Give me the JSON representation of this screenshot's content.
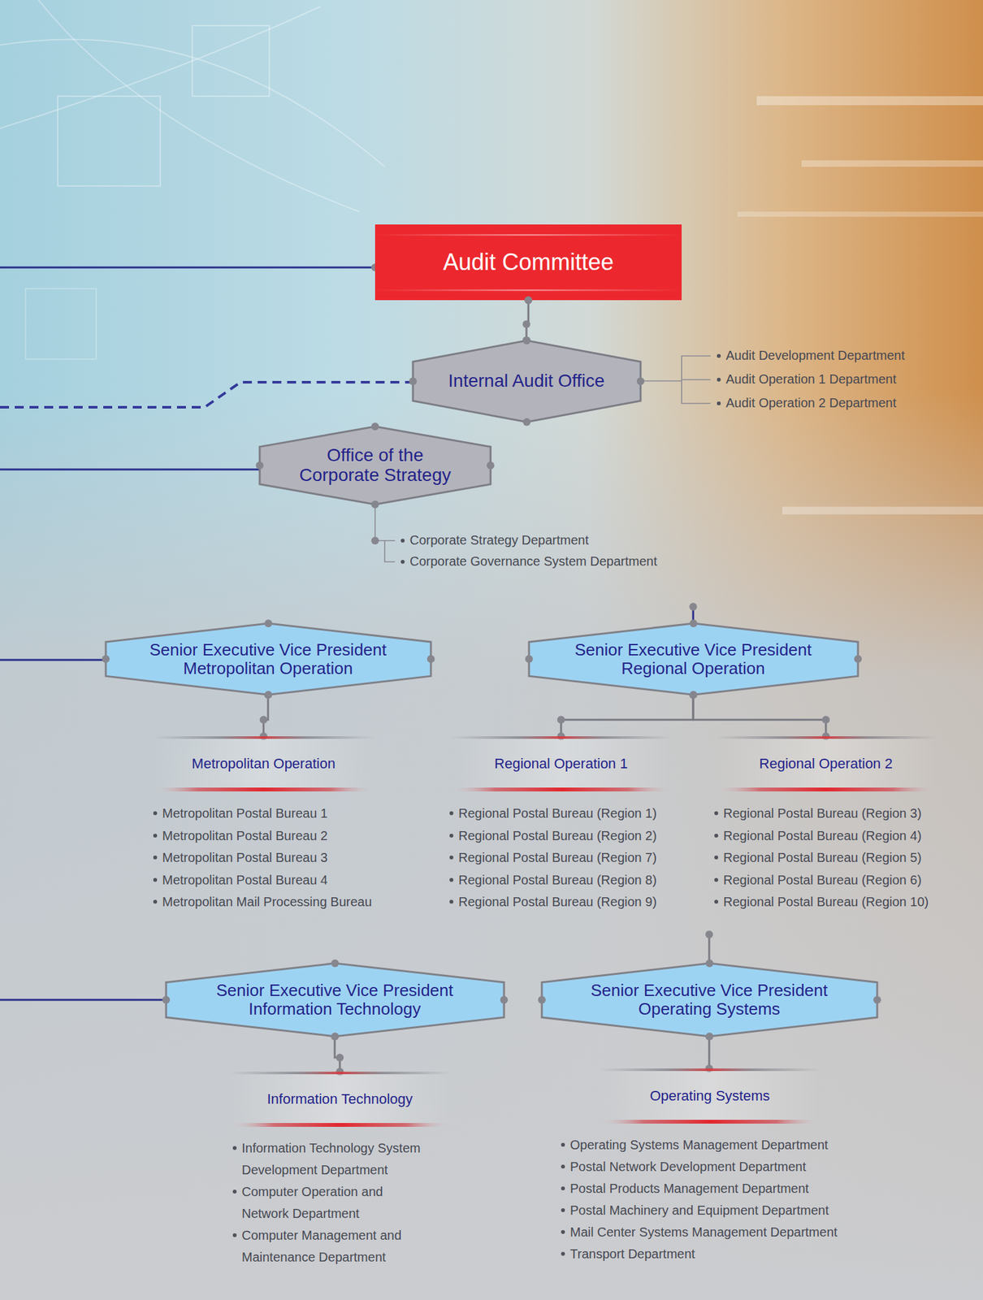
{
  "diagram": {
    "nodes": [
      {
        "text": [
          "Audit Committee"
        ]
      },
      {
        "text": [
          "Internal Audit Office"
        ]
      },
      {
        "text": [
          "Office of the Corporate Strategy"
        ]
      },
      {
        "text": [
          "Senior Executive Vice President Metropolitan Operation"
        ]
      },
      {
        "text": [
          "Senior Executive Vice President Regional Operation"
        ]
      },
      {
        "text": [
          "Metropolitan Operation"
        ]
      },
      {
        "text": [
          "Regional Operation 1"
        ]
      },
      {
        "text": [
          "Regional Operation 2"
        ]
      },
      {
        "text": [
          "Senior Executive Vice President Information Technology"
        ]
      },
      {
        "text": [
          "Senior Executive Vice President Operating Systems"
        ]
      },
      {
        "text": [
          "Information Technology"
        ]
      },
      {
        "text": [
          "Operating Systems"
        ]
      }
    ],
    "edges": [
      {
        "from": 0,
        "to": 1,
        "arrow": "none"
      },
      {
        "from": 3,
        "to": 5,
        "arrow": "none"
      },
      {
        "from": 4,
        "to": 6,
        "arrow": "none"
      },
      {
        "from": 4,
        "to": 7,
        "arrow": "none"
      },
      {
        "from": 8,
        "to": 10,
        "arrow": "none"
      },
      {
        "from": 9,
        "to": 11,
        "arrow": "none"
      }
    ],
    "labels": [
      "Audit Development Department",
      "Audit Operation 1 Department",
      "Audit Operation 2 Department",
      "Corporate Strategy Department",
      "Corporate Governance System Department",
      "Metropolitan Postal Bureau 1",
      "Metropolitan Postal Bureau 2",
      "Metropolitan Postal Bureau 3",
      "Metropolitan Postal Bureau 4",
      "Metropolitan Mail Processing Bureau",
      "Regional Postal Bureau (Region 1)",
      "Regional Postal Bureau (Region 2)",
      "Regional Postal Bureau (Region 7)",
      "Regional Postal Bureau (Region 8)",
      "Regional Postal Bureau (Region 9)",
      "Regional Postal Bureau (Region 3)",
      "Regional Postal Bureau (Region 4)",
      "Regional Postal Bureau (Region 5)",
      "Regional Postal Bureau (Region 6)",
      "Regional Postal Bureau (Region 10)",
      "Information Technology System Development Department",
      "Computer Operation and Network Department",
      "Computer Management and Maintenance Department",
      "Operating Systems Management Department",
      "Postal Network Development Department",
      "Postal Products Management Department",
      "Postal Machinery and Equipment Department",
      "Mail Center Systems Management Department",
      "Transport Department"
    ]
  }
}
